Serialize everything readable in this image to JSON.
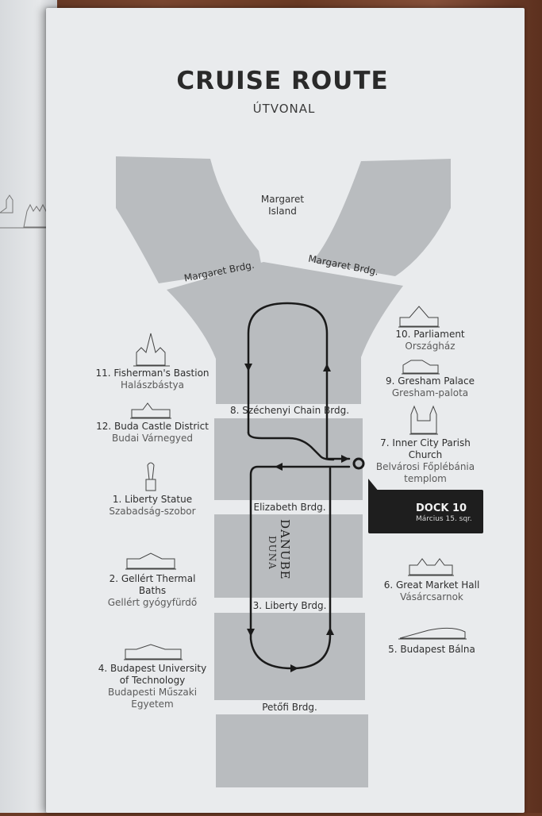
{
  "title": "CRUISE ROUTE",
  "subtitle": "ÚTVONAL",
  "island": {
    "line1": "Margaret",
    "line2": "Island"
  },
  "bridges": {
    "margaret_left": "Margaret Brdg.",
    "margaret_right": "Margaret Brdg.",
    "chain": "8. Széchenyi Chain Brdg.",
    "elizabeth": "Elizabeth Brdg.",
    "liberty": "3. Liberty Brdg.",
    "petofi": "Petőfi Brdg."
  },
  "river": {
    "name": "DANUBE",
    "local": "DUNA"
  },
  "dock": {
    "name": "DOCK 10",
    "address": "Március 15. sqr."
  },
  "landmarks": {
    "fishermans_bastion": {
      "name": "11. Fisherman's Bastion",
      "local": "Halászbástya"
    },
    "buda_castle": {
      "name": "12. Buda Castle District",
      "local": "Budai Várnegyed"
    },
    "liberty_statue": {
      "name": "1. Liberty Statue",
      "local": "Szabadság-szobor"
    },
    "gellert": {
      "name1": "2. Gellért Thermal",
      "name2": "Baths",
      "local": "Gellért gyógyfürdő"
    },
    "bme": {
      "name1": "4. Budapest University",
      "name2": "of Technology",
      "local1": "Budapesti Műszaki",
      "local2": "Egyetem"
    },
    "parliament": {
      "name": "10. Parliament",
      "local": "Országház"
    },
    "gresham": {
      "name": "9. Gresham Palace",
      "local": "Gresham-palota"
    },
    "parish_church": {
      "name1": "7. Inner City Parish",
      "name2": "Church",
      "local1": "Belvárosi Főplébánia",
      "local2": "templom"
    },
    "market_hall": {
      "name": "6. Great Market Hall",
      "local": "Vásárcsarnok"
    },
    "balna": {
      "name": "5. Budapest Bálna"
    }
  },
  "colors": {
    "river": "#b9bcbf",
    "paper": "#e9ebed",
    "ink": "#1a1a1a"
  }
}
